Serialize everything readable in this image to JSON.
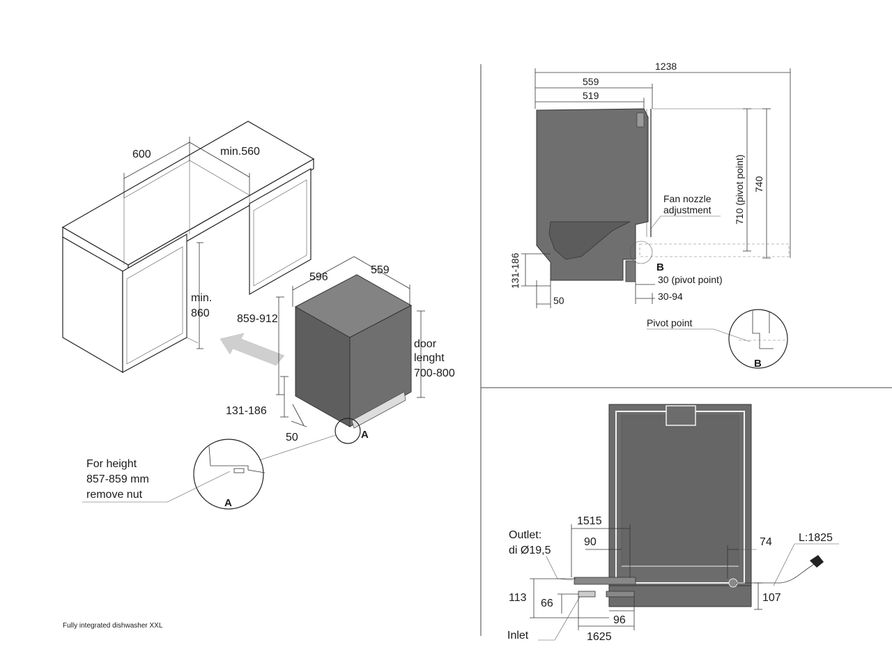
{
  "isometric_view": {
    "dim_600": "600",
    "dim_min560": "min.560",
    "dim_min": "min.",
    "dim_860": "860",
    "dim_596": "596",
    "dim_559": "559",
    "dim_859_912": "859-912",
    "door_line1": "door",
    "door_line2": "lenght",
    "door_line3": "700-800",
    "dim_131_186": "131-186",
    "dim_50": "50",
    "marker_a": "A",
    "note_line1": "For height",
    "note_line2": "857-859 mm",
    "note_line3": "remove nut",
    "detail_a": "A"
  },
  "caption": "Fully integrated dishwasher XXL",
  "side_view": {
    "dim_1238": "1238",
    "dim_559": "559",
    "dim_519": "519",
    "dim_710": "710 (pivot point)",
    "dim_740": "740",
    "fan_line1": "Fan nozzle",
    "fan_line2": "adjustment",
    "marker_b": "B",
    "dim_30_pivot": "30 (pivot point)",
    "dim_131_186": "131-186",
    "dim_50": "50",
    "dim_30_94": "30-94",
    "pivot_label": "Pivot point",
    "detail_b": "B"
  },
  "back_view": {
    "dim_1515": "1515",
    "outlet_line1": "Outlet:",
    "outlet_line2": "di Ø19,5",
    "dim_90": "90",
    "dim_74": "74",
    "dim_l1825": "L:1825",
    "dim_113": "113",
    "dim_66": "66",
    "dim_107": "107",
    "dim_96": "96",
    "inlet": "Inlet",
    "dim_1625": "1625"
  }
}
